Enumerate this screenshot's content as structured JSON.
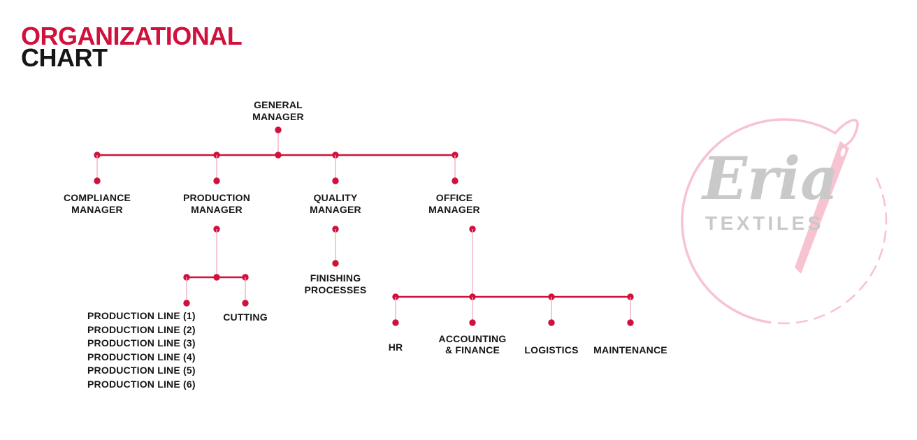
{
  "title": {
    "line1": "ORGANIZATIONAL",
    "line2": "CHART"
  },
  "org": {
    "root": {
      "label": "GENERAL MANAGER"
    },
    "level2": [
      {
        "label": "COMPLIANCE MANAGER"
      },
      {
        "label": "PRODUCTION MANAGER"
      },
      {
        "label": "QUALITY MANAGER"
      },
      {
        "label": "OFFICE MANAGER"
      }
    ],
    "production_children": {
      "lines": [
        "PRODUCTION LINE (1)",
        "PRODUCTION LINE (2)",
        "PRODUCTION LINE (3)",
        "PRODUCTION LINE (4)",
        "PRODUCTION LINE (5)",
        "PRODUCTION LINE (6)"
      ],
      "cutting": "CUTTING"
    },
    "quality_children": {
      "finishing": "FINISHING PROCESSES"
    },
    "office_children": {
      "hr": "HR",
      "accounting": "ACCOUNTING & FINANCE",
      "logistics": "LOGISTICS",
      "maintenance": "MAINTENANCE"
    }
  },
  "logo": {
    "brand": "Eria",
    "word": "TEXTILES"
  },
  "colors": {
    "accent": "#d0113c",
    "connector": "#f2abbc",
    "text": "#161616",
    "logo_pink": "#f8c3d1",
    "logo_gray": "#c9c9c9"
  }
}
